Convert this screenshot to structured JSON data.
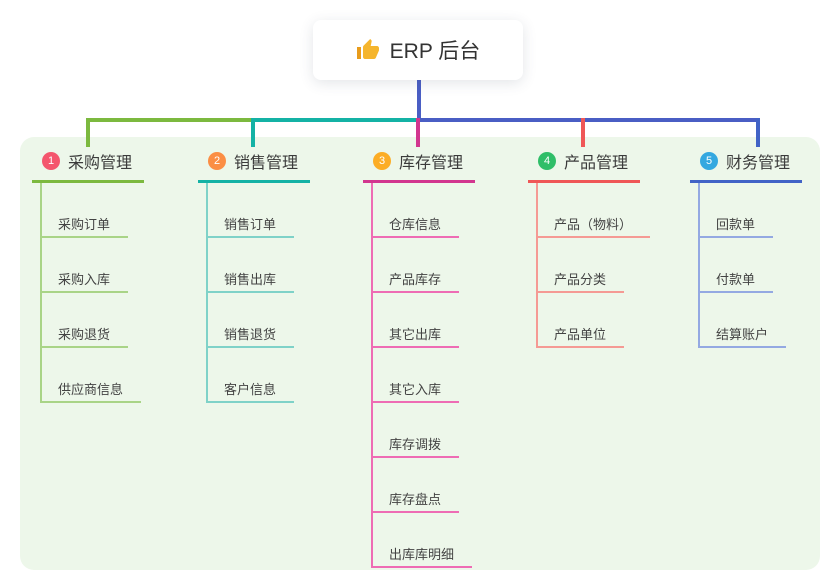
{
  "root": {
    "title": "ERP 后台",
    "icon": "thumbs-up-icon"
  },
  "panel_color": "#edf7ea",
  "connectors": {
    "root_color": "#4a5ec4"
  },
  "branches": [
    {
      "badge": "1",
      "label": "采购管理",
      "badge_color": "#f4566d",
      "line_color": "#7cb93f",
      "item_line_color": "#a9d487",
      "items": [
        "采购订单",
        "采购入库",
        "采购退货",
        "供应商信息"
      ]
    },
    {
      "badge": "2",
      "label": "销售管理",
      "badge_color": "#fb8e44",
      "line_color": "#14b2a5",
      "item_line_color": "#7fd2c8",
      "items": [
        "销售订单",
        "销售出库",
        "销售退货",
        "客户信息"
      ]
    },
    {
      "badge": "3",
      "label": "库存管理",
      "badge_color": "#fcad25",
      "line_color": "#d2368f",
      "item_line_color": "#ee6cb4",
      "items": [
        "仓库信息",
        "产品库存",
        "其它出库",
        "其它入库",
        "库存调拨",
        "库存盘点",
        "出库库明细"
      ]
    },
    {
      "badge": "4",
      "label": "产品管理",
      "badge_color": "#2fbe68",
      "line_color": "#ef5757",
      "item_line_color": "#f59a94",
      "items": [
        "产品（物料）",
        "产品分类",
        "产品单位"
      ]
    },
    {
      "badge": "5",
      "label": "财务管理",
      "badge_color": "#34a8e0",
      "line_color": "#4163c6",
      "item_line_color": "#94a9e2",
      "items": [
        "回款单",
        "付款单",
        "结算账户"
      ]
    }
  ]
}
